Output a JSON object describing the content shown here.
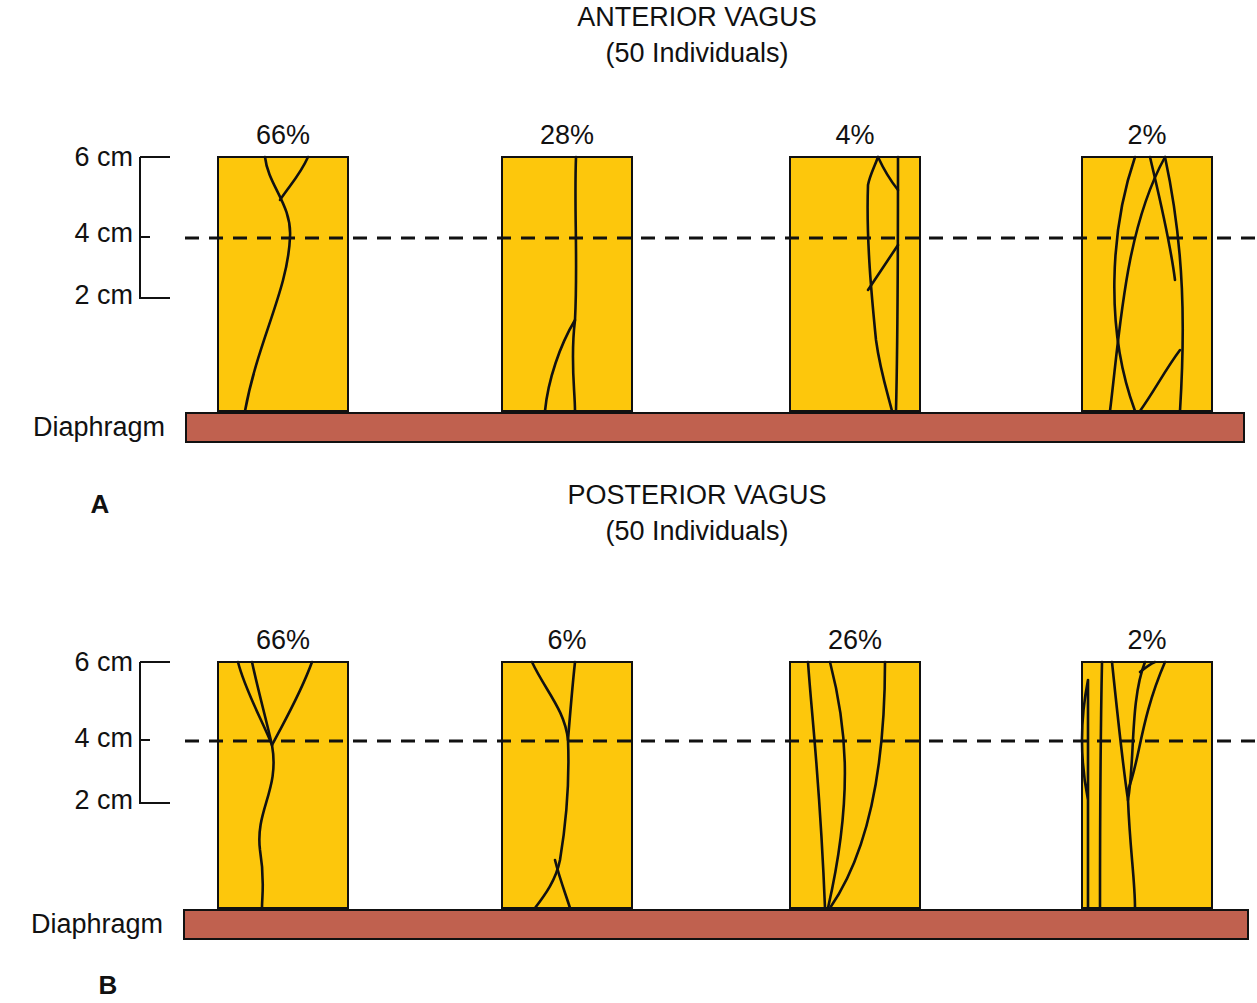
{
  "diagram": {
    "nodes": [
      {
        "text": [
          "66%"
        ]
      },
      {
        "text": [
          "28%"
        ]
      },
      {
        "text": [
          "4%"
        ]
      },
      {
        "text": [
          "2%"
        ]
      },
      {
        "text": [
          "Diaphragm"
        ]
      },
      {
        "text": [
          "66%"
        ]
      },
      {
        "text": [
          "6%"
        ]
      },
      {
        "text": [
          "26%"
        ]
      },
      {
        "text": [
          "2%"
        ]
      },
      {
        "text": [
          "Diaphragm"
        ]
      }
    ],
    "labels": [
      "ANTERIOR VAGUS",
      "(50 Individuals)",
      "6 cm",
      "4 cm",
      "2 cm",
      "A",
      "POSTERIOR VAGUS",
      "(50 Individuals)",
      "6 cm",
      "4 cm",
      "2 cm",
      "B"
    ]
  }
}
